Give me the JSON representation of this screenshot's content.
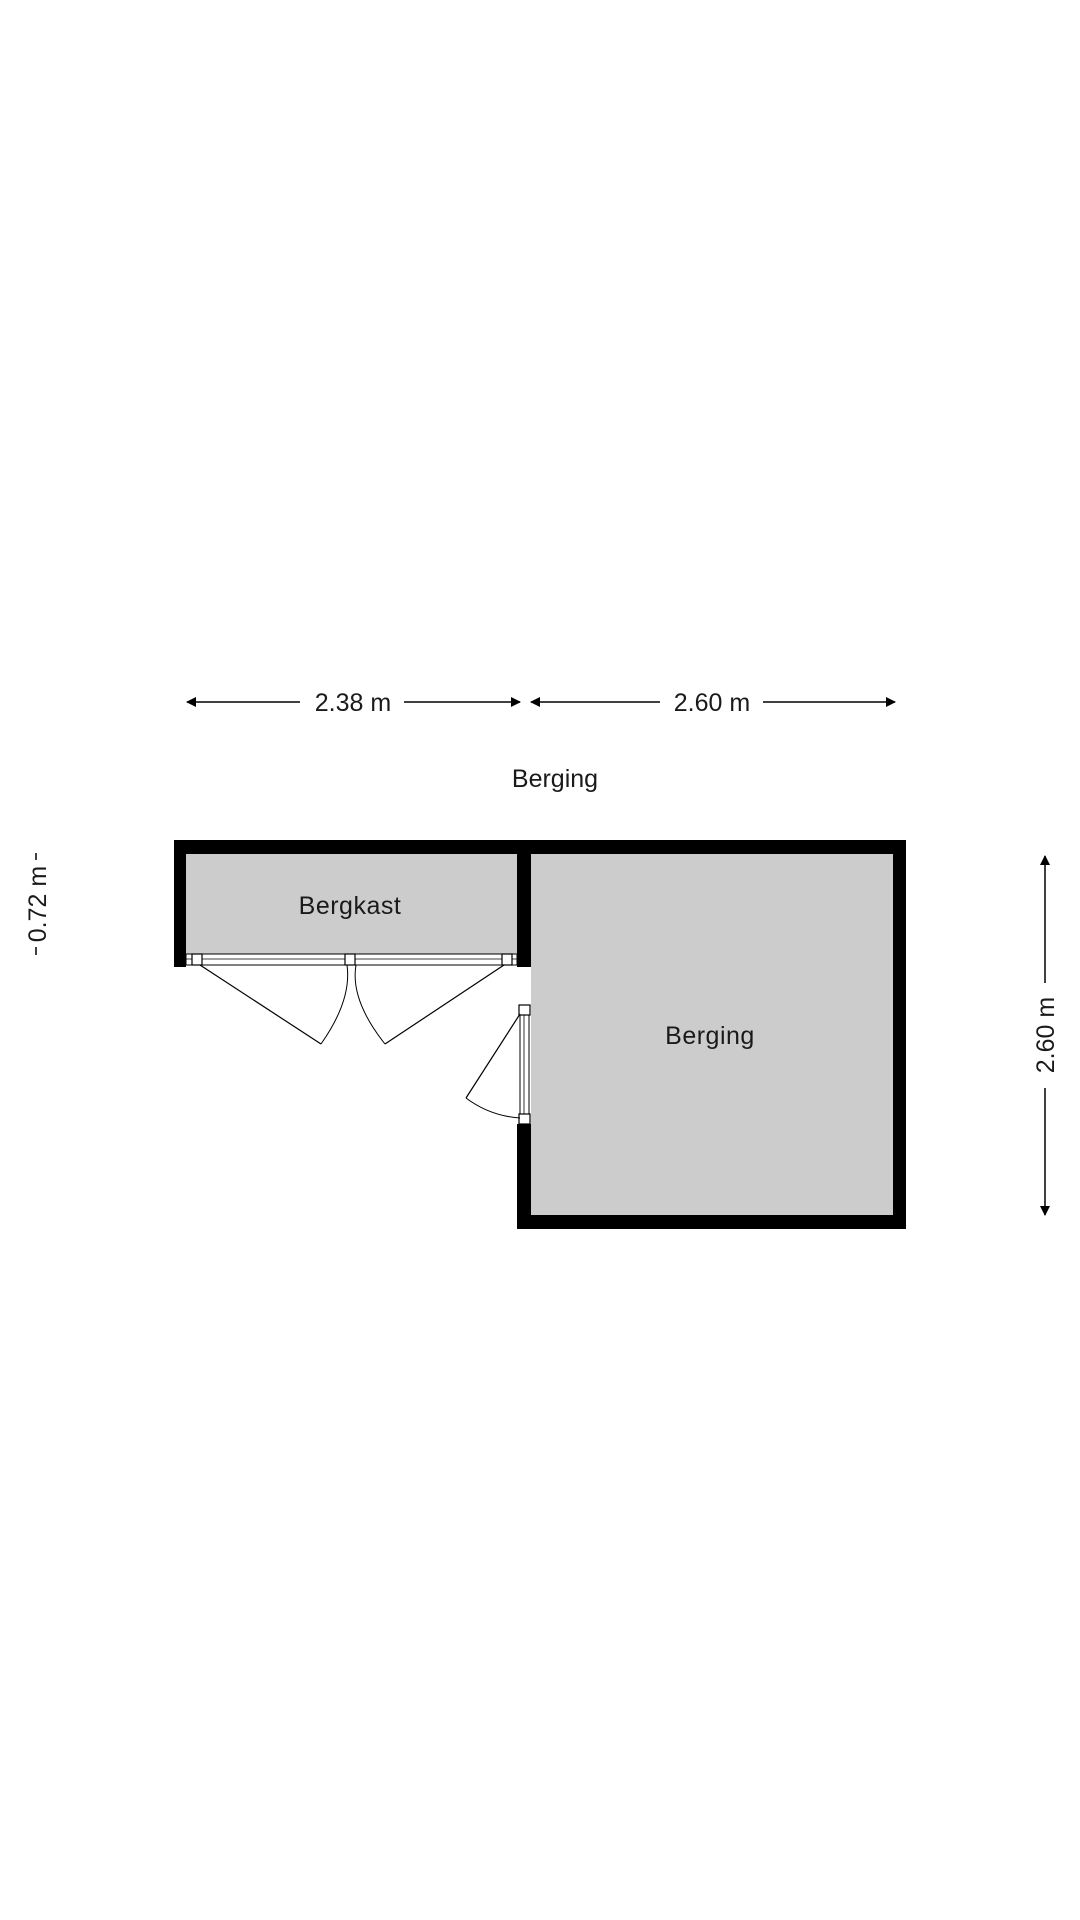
{
  "floor": {
    "title": "Berging"
  },
  "rooms": [
    {
      "id": "bergkast",
      "name": "Bergkast"
    },
    {
      "id": "berging",
      "name": "Berging"
    }
  ],
  "dimensions": {
    "top_left": "2.38 m",
    "top_right": "2.60 m",
    "left_height": "0.72 m",
    "right_height": "2.60 m"
  },
  "colors": {
    "wall": "#000000",
    "floor": "#cccccc",
    "background": "#ffffff"
  }
}
